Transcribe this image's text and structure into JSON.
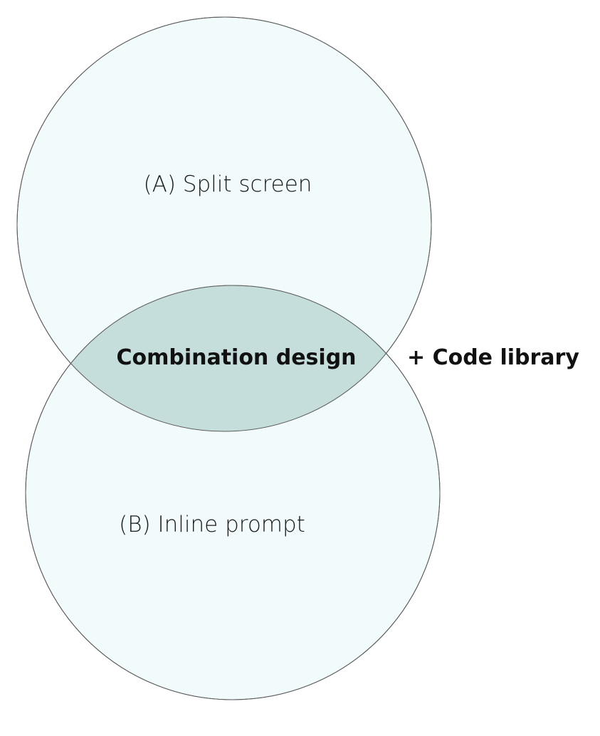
{
  "diagram": {
    "type": "venn",
    "sets": [
      {
        "id": "A",
        "label": "(A) Split screen"
      },
      {
        "id": "B",
        "label": "(B) Inline prompt"
      }
    ],
    "intersection": {
      "label": "Combination design"
    },
    "side_note": {
      "label": "+ Code library"
    },
    "colors": {
      "circle_fill": "#f1fbfc",
      "circle_stroke": "#5a5a5a",
      "intersection_fill": "#c5dddb",
      "text": "#111111",
      "background": "#ffffff"
    }
  }
}
